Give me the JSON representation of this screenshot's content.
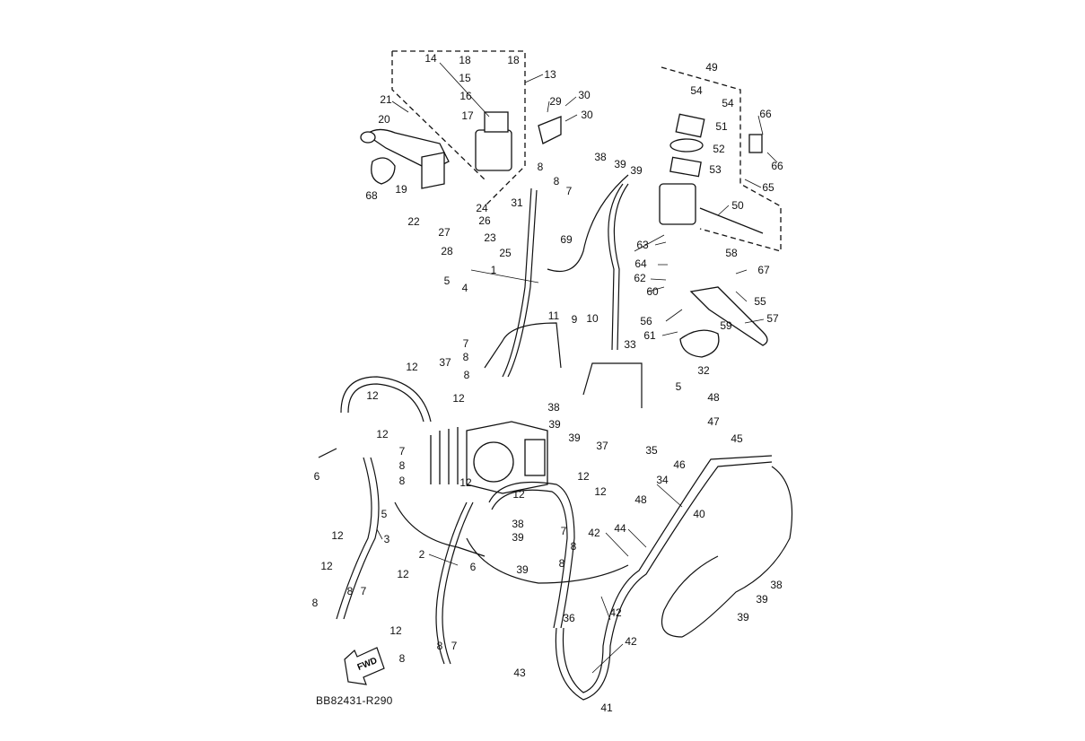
{
  "diagram": {
    "drawing_code": "BB82431-R290",
    "forward_arrow_label": "FWD",
    "callouts": [
      "14",
      "18",
      "18",
      "15",
      "13",
      "16",
      "17",
      "21",
      "20",
      "29",
      "30",
      "30",
      "8",
      "8",
      "7",
      "19",
      "68",
      "22",
      "24",
      "31",
      "26",
      "27",
      "23",
      "28",
      "25",
      "69",
      "1",
      "5",
      "4",
      "11",
      "9",
      "10",
      "33",
      "7",
      "8",
      "37",
      "8",
      "12",
      "12",
      "12",
      "12",
      "6",
      "7",
      "8",
      "8",
      "5",
      "12",
      "12",
      "12",
      "12",
      "38",
      "39",
      "39",
      "37",
      "35",
      "5",
      "48",
      "47",
      "45",
      "46",
      "34",
      "48",
      "40",
      "44",
      "42",
      "38",
      "39",
      "7",
      "8",
      "8",
      "39",
      "2",
      "6",
      "12",
      "3",
      "12",
      "8",
      "7",
      "8",
      "12",
      "12",
      "36",
      "42",
      "42",
      "8",
      "8",
      "7",
      "43",
      "41",
      "38",
      "39",
      "39",
      "32",
      "61",
      "59",
      "57",
      "56",
      "55",
      "60",
      "62",
      "67",
      "58",
      "64",
      "63",
      "50",
      "65",
      "66",
      "66",
      "49",
      "54",
      "54",
      "51",
      "52",
      "53",
      "38",
      "39",
      "39"
    ]
  }
}
